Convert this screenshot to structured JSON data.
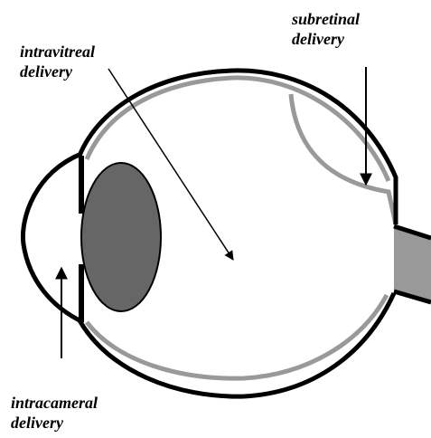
{
  "labels": {
    "intravitreal": [
      "intravitreal",
      "delivery"
    ],
    "subretinal": [
      "subretinal",
      "delivery"
    ],
    "intracameral": [
      "intracameral",
      "delivery"
    ]
  },
  "colors": {
    "outline": "#000000",
    "retina": "#999999",
    "lens": "#666666",
    "optic_nerve": "#999999",
    "background": "#ffffff"
  }
}
